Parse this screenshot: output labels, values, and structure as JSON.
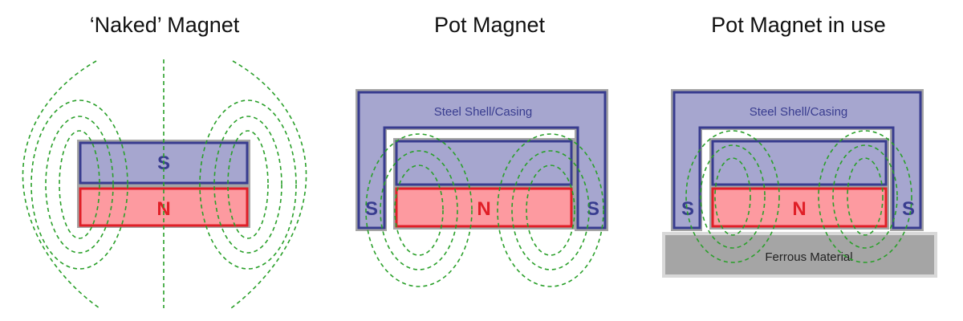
{
  "colors": {
    "steel": "#a6a6cf",
    "steel_border": "#383c8f",
    "south_fill": "#a6a6cf",
    "north_fill": "#fd9aa0",
    "north_border": "#e01f27",
    "south_text": "#383c8f",
    "north_text": "#e01f27",
    "field_line": "#2aa02a",
    "ferrous": "#a5a5a5",
    "label_text": "#383c8f"
  },
  "panels": [
    {
      "title": "‘Naked’ Magnet",
      "south_label": "S",
      "north_label": "N"
    },
    {
      "title": "Pot Magnet",
      "casing_label": "Steel Shell/Casing",
      "north_label": "N",
      "left_pole_label": "S",
      "right_pole_label": "S"
    },
    {
      "title": "Pot Magnet in use",
      "casing_label": "Steel Shell/Casing",
      "north_label": "N",
      "left_pole_label": "S",
      "right_pole_label": "S",
      "ferrous_label": "Ferrous Material"
    }
  ]
}
